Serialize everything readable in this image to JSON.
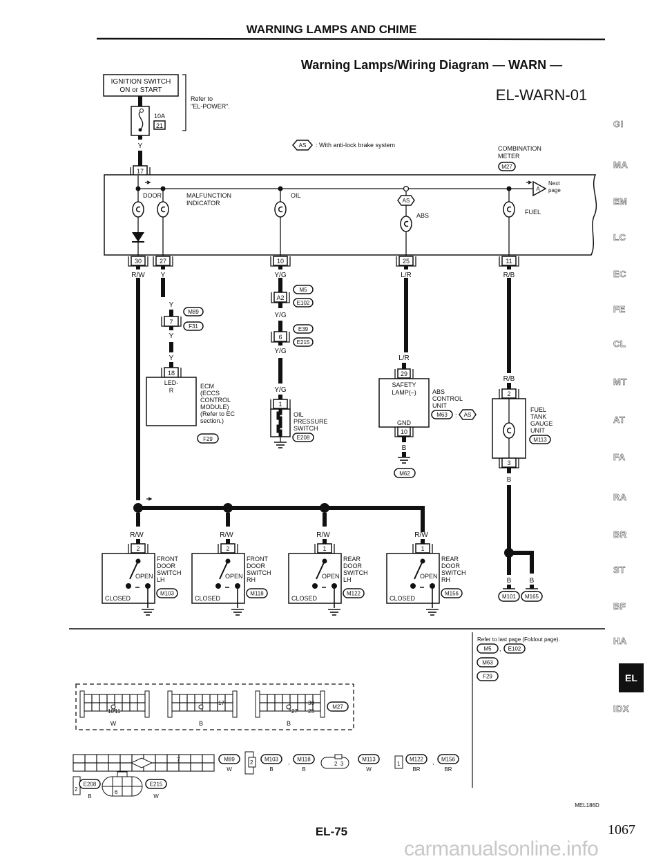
{
  "header": {
    "section_title": "WARNING LAMPS AND CHIME",
    "diagram_title": "Warning Lamps/Wiring Diagram — WARN —",
    "diagram_code": "EL-WARN-01"
  },
  "power": {
    "ignition_line1": "IGNITION SWITCH",
    "ignition_line2": "ON or START",
    "fuse_rating": "10A",
    "fuse_number": "21",
    "refer_line1": "Refer to",
    "refer_line2": "\"EL-POWER\".",
    "wire_color": "Y",
    "meter_input_pin": "17"
  },
  "legend": {
    "as_symbol": "AS",
    "as_text": ": With anti-lock brake system"
  },
  "combination_meter": {
    "label_line1": "COMBINATION",
    "label_line2": "METER",
    "connector": "M27",
    "next_page_marker": "A",
    "next_line1": "Next",
    "next_line2": "page",
    "lamps": [
      {
        "name": "DOOR",
        "pin": "30",
        "wire": "R/W"
      },
      {
        "name": "MALFUNCTION",
        "name2": "INDICATOR",
        "pin": "27",
        "wire": "Y"
      },
      {
        "name": "OIL",
        "pin": "10",
        "wire": "Y/G"
      },
      {
        "name": "ABS",
        "pin": "25",
        "wire": "L/R"
      },
      {
        "name": "FUEL",
        "pin": "11",
        "wire": "R/B"
      }
    ]
  },
  "mil_circuit": {
    "wire": "Y",
    "junction_pin": "7",
    "junction_connectors": [
      "M89",
      "F31"
    ],
    "ecm_pin": "18",
    "ecm_terminal_line1": "LED-",
    "ecm_terminal_line2": "R",
    "ecm_label": [
      "ECM",
      "(ECCS",
      "CONTROL",
      "MODULE)",
      "(Refer to EC",
      "section.)"
    ],
    "ecm_connector": "F29"
  },
  "oil_circuit": {
    "wire": "Y/G",
    "junction1_pin": "A2",
    "junction1_connectors": [
      "M5",
      "E102"
    ],
    "junction2_pin": "6",
    "junction2_connectors": [
      "E39",
      "E215"
    ],
    "switch_pin": "1",
    "switch_label": [
      "OIL",
      "PRESSURE",
      "SWITCH"
    ],
    "switch_connector": "E208"
  },
  "abs_circuit": {
    "wire": "L/R",
    "unit_pin": "29",
    "terminal_line1": "SAFETY",
    "terminal_line2": "LAMP(–)",
    "gnd_terminal": "GND",
    "gnd_pin": "10",
    "gnd_wire": "B",
    "ground_connector": "M62",
    "unit_label": [
      "ABS",
      "CONTROL",
      "UNIT"
    ],
    "unit_connector": "M63",
    "unit_condition": "AS"
  },
  "fuel_circuit": {
    "wire": "R/B",
    "unit_pin_in": "2",
    "unit_pin_out": "3",
    "out_wire": "B",
    "unit_label": [
      "FUEL",
      "TANK",
      "GAUGE",
      "UNIT"
    ],
    "unit_connector": "M113",
    "ground_wires": [
      "B",
      "B"
    ],
    "ground_connectors": [
      "M101",
      "M165"
    ]
  },
  "door_switches": [
    {
      "wire": "R/W",
      "pin": "2",
      "label": [
        "FRONT",
        "DOOR",
        "SWITCH",
        "LH"
      ],
      "connector": "M103",
      "open": "OPEN",
      "closed": "CLOSED"
    },
    {
      "wire": "R/W",
      "pin": "2",
      "label": [
        "FRONT",
        "DOOR",
        "SWITCH",
        "RH"
      ],
      "connector": "M118",
      "open": "OPEN",
      "closed": "CLOSED"
    },
    {
      "wire": "R/W",
      "pin": "1",
      "label": [
        "REAR",
        "DOOR",
        "SWITCH",
        "LH"
      ],
      "connector": "M122",
      "open": "OPEN",
      "closed": "CLOSED"
    },
    {
      "wire": "R/W",
      "pin": "1",
      "label": [
        "REAR",
        "DOOR",
        "SWITCH",
        "RH"
      ],
      "connector": "M156",
      "open": "OPEN",
      "closed": "CLOSED"
    }
  ],
  "connector_views": {
    "meter_group": {
      "connector": "M27",
      "blocks": [
        {
          "color": "W",
          "pins": [
            "10",
            "11"
          ]
        },
        {
          "color": "B",
          "pins": [
            "17"
          ]
        },
        {
          "color": "B",
          "pins": [
            "27",
            "30",
            "25"
          ]
        }
      ]
    },
    "row2": [
      {
        "connector": "M89",
        "color": "W",
        "pin": "7"
      },
      {
        "connector": "M103",
        "color": "B",
        "pin": "2"
      },
      {
        "connector": "M118",
        "color": "B"
      },
      {
        "connector": "M113",
        "color": "W",
        "pins": [
          "2",
          "3"
        ]
      },
      {
        "connector": "M122",
        "color": "BR",
        "pin": "1"
      },
      {
        "connector": "M156",
        "color": "BR"
      }
    ],
    "row3": [
      {
        "connector": "E208",
        "color": "B",
        "pin": "2"
      },
      {
        "connector": "E215",
        "color": "W",
        "pin": "6"
      }
    ],
    "refer_note": "Refer to last page (Foldout page).",
    "refer_connectors": [
      "M5",
      "E102",
      "M63",
      "F29"
    ]
  },
  "footer": {
    "figure_id": "MEL186D",
    "page_label": "EL-75",
    "page_number": "1067",
    "watermark": "carmanualsonline.info"
  },
  "side_index": {
    "items": [
      "GI",
      "MA",
      "EM",
      "LC",
      "EC",
      "FE",
      "CL",
      "MT",
      "AT",
      "FA",
      "RA",
      "BR",
      "ST",
      "BF",
      "HA",
      "EL",
      "IDX"
    ],
    "active": "EL"
  }
}
